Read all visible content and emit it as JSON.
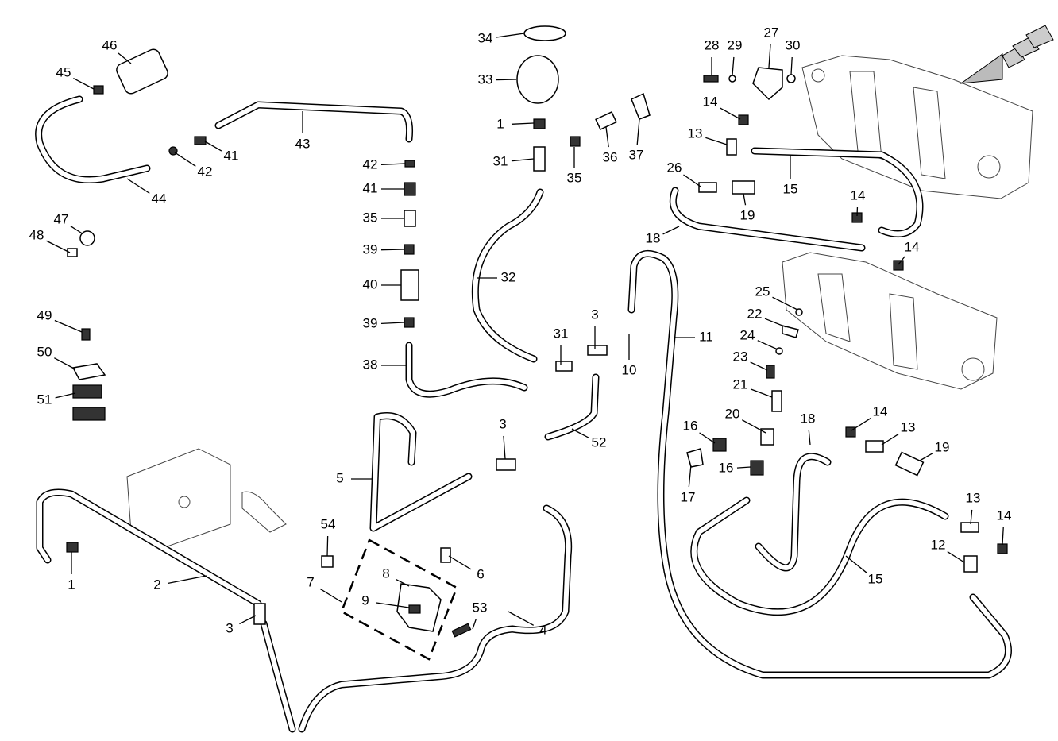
{
  "diagram": {
    "type": "hydraulic-parts-exploded-view",
    "callouts": [
      "46",
      "45",
      "43",
      "41",
      "42",
      "44",
      "47",
      "48",
      "49",
      "50",
      "51",
      "34",
      "33",
      "1",
      "31",
      "35",
      "36",
      "37",
      "42",
      "41",
      "35",
      "39",
      "40",
      "39",
      "38",
      "32",
      "31",
      "3",
      "10",
      "11",
      "28",
      "29",
      "27",
      "30",
      "14",
      "13",
      "26",
      "19",
      "15",
      "18",
      "14",
      "14",
      "25",
      "22",
      "24",
      "23",
      "21",
      "20",
      "16",
      "16",
      "17",
      "18",
      "14",
      "13",
      "19",
      "15",
      "13",
      "14",
      "12",
      "5",
      "3",
      "52",
      "54",
      "6",
      "8",
      "7",
      "9",
      "53",
      "4",
      "1",
      "2",
      "3"
    ],
    "direction_arrow_icon": "direction-arrow-icon",
    "colors": {
      "line": "#000000",
      "background": "#ffffff"
    }
  }
}
